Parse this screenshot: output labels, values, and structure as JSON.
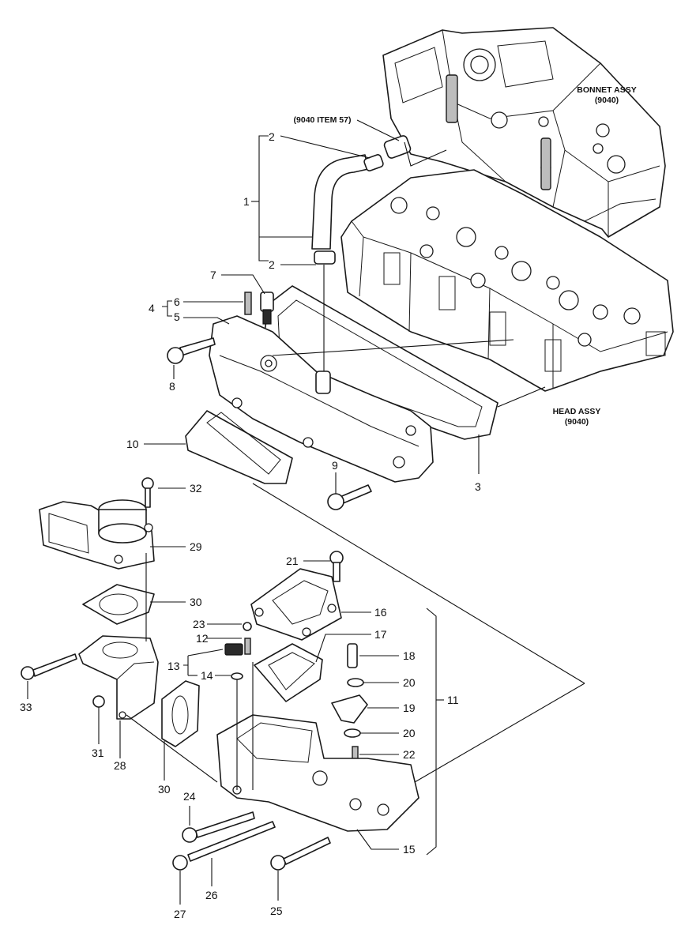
{
  "callouts": {
    "c1": "1",
    "c2a": "2",
    "c2b": "2",
    "c3": "3",
    "c4": "4",
    "c5": "5",
    "c6": "6",
    "c7": "7",
    "c8": "8",
    "c9": "9",
    "c10": "10",
    "c11": "11",
    "c12": "12",
    "c13": "13",
    "c14": "14",
    "c15": "15",
    "c16": "16",
    "c17": "17",
    "c18": "18",
    "c19": "19",
    "c20a": "20",
    "c20b": "20",
    "c21": "21",
    "c22": "22",
    "c23": "23",
    "c24": "24",
    "c25": "25",
    "c26": "26",
    "c27": "27",
    "c28": "28",
    "c29": "29",
    "c30a": "30",
    "c30b": "30",
    "c31": "31",
    "c32": "32",
    "c33": "33"
  },
  "labels": {
    "bonnet_line1": "BONNET ASSY",
    "bonnet_line2": "(9040)",
    "head_line1": "HEAD ASSY",
    "head_line2": "(9040)",
    "item57": "(9040 ITEM 57)"
  }
}
